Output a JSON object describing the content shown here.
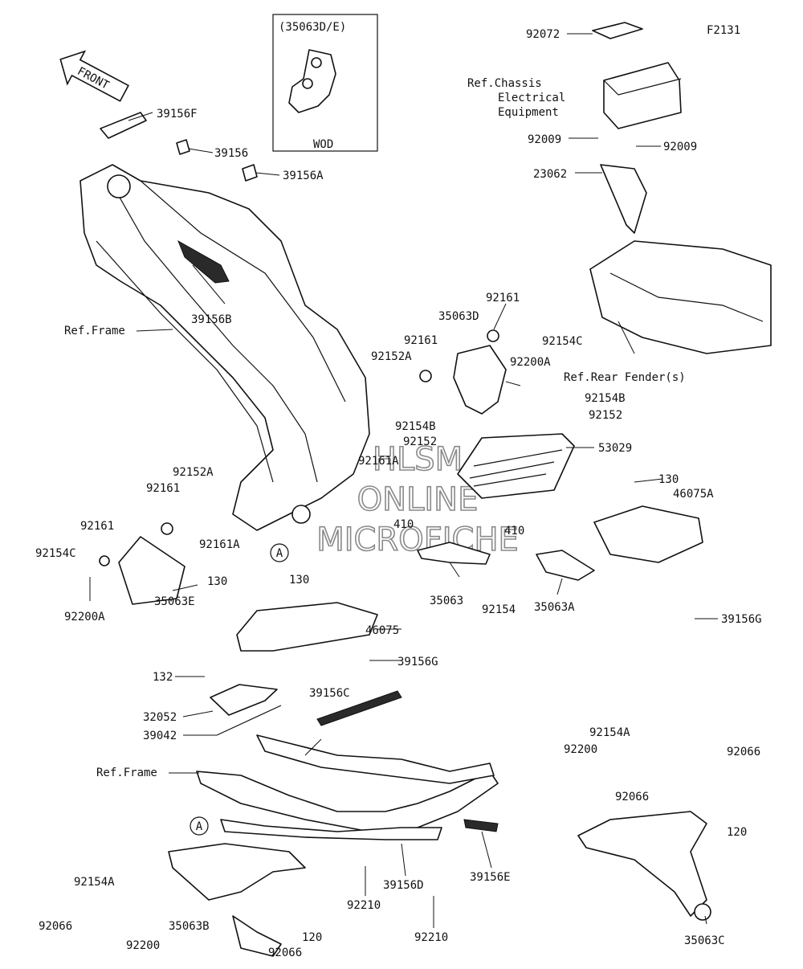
{
  "diagram_code": "F2131",
  "inset": {
    "code": "(35063D/E)",
    "note": "WOD"
  },
  "front_arrow": "FRONT",
  "watermark": [
    "HLSM",
    "ONLINE",
    "MICROFICHE"
  ],
  "refs": {
    "frame_top": "Ref.Frame",
    "frame_bottom": "Ref.Frame",
    "rear_fender": "Ref.Rear Fender(s)",
    "chassis_1": "Ref.Chassis",
    "chassis_2": "Electrical",
    "chassis_3": "Equipment"
  },
  "circle_marks": [
    "A",
    "A"
  ],
  "callouts": [
    "39156F",
    "39156",
    "39156A",
    "39156B",
    "92072",
    "92009",
    "92009",
    "23062",
    "92161",
    "35063D",
    "92161",
    "92154C",
    "92200A",
    "92152A",
    "92154B",
    "92152",
    "92154B",
    "92152",
    "53029",
    "130",
    "46075A",
    "39156G",
    "410",
    "410",
    "92154",
    "35063",
    "35063A",
    "92152A",
    "92161",
    "92161",
    "92161A",
    "92154C",
    "92200A",
    "35063E",
    "130",
    "130",
    "46075",
    "39156G",
    "132",
    "32052",
    "39042",
    "39156C",
    "39156D",
    "39156E",
    "92210",
    "92210",
    "92154A",
    "92200",
    "92066",
    "92154A",
    "92066",
    "120",
    "35063B",
    "120",
    "92066",
    "92200",
    "92066",
    "35063C",
    "92161A"
  ]
}
